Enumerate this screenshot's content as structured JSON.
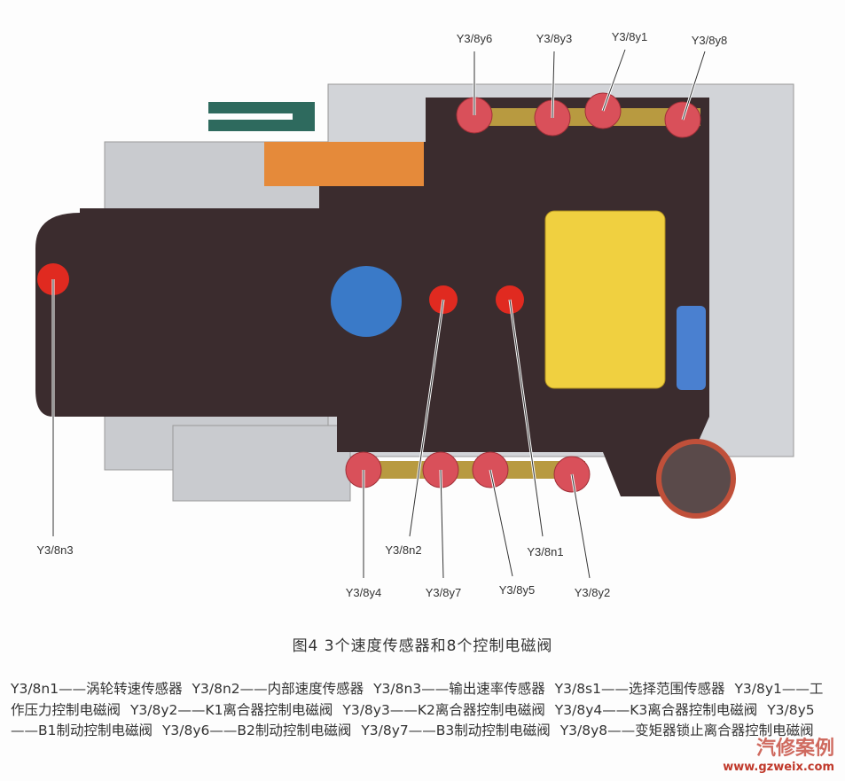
{
  "figure": {
    "labels_top": [
      "Y3/8y6",
      "Y3/8y3",
      "Y3/8y1",
      "Y3/8y8"
    ],
    "labels_bottom": [
      "Y3/8n3",
      "Y3/8n2",
      "Y3/8n1",
      "Y3/8y4",
      "Y3/8y7",
      "Y3/8y5",
      "Y3/8y2"
    ],
    "caption": "图4  3个速度传感器和8个控制电磁阀"
  },
  "legend": [
    "Y3/8n1——涡轮转速传感器",
    "Y3/8n2——内部速度传感器",
    "Y3/8n3——输出速率传感器",
    "Y3/8s1——选择范围传感器",
    "Y3/8y1——工作压力控制电磁阀",
    "Y3/8y2——K1离合器控制电磁阀",
    "Y3/8y3——K2离合器控制电磁阀",
    "Y3/8y4——K3离合器控制电磁阀",
    "Y3/8y5——B1制动控制电磁阀",
    "Y3/8y6——B2制动控制电磁阀",
    "Y3/8y7——B3制动控制电磁阀",
    "Y3/8y8——变矩器锁止离合器控制电磁阀"
  ],
  "watermark": {
    "name": "汽修案例",
    "url": "www.gzweix.com"
  },
  "colors": {
    "plate": "#3a2a2a",
    "solenoid": "#d9505a",
    "connector": "#f0a050",
    "yellow": "#f0d040",
    "blue": "#3a7ac8"
  }
}
